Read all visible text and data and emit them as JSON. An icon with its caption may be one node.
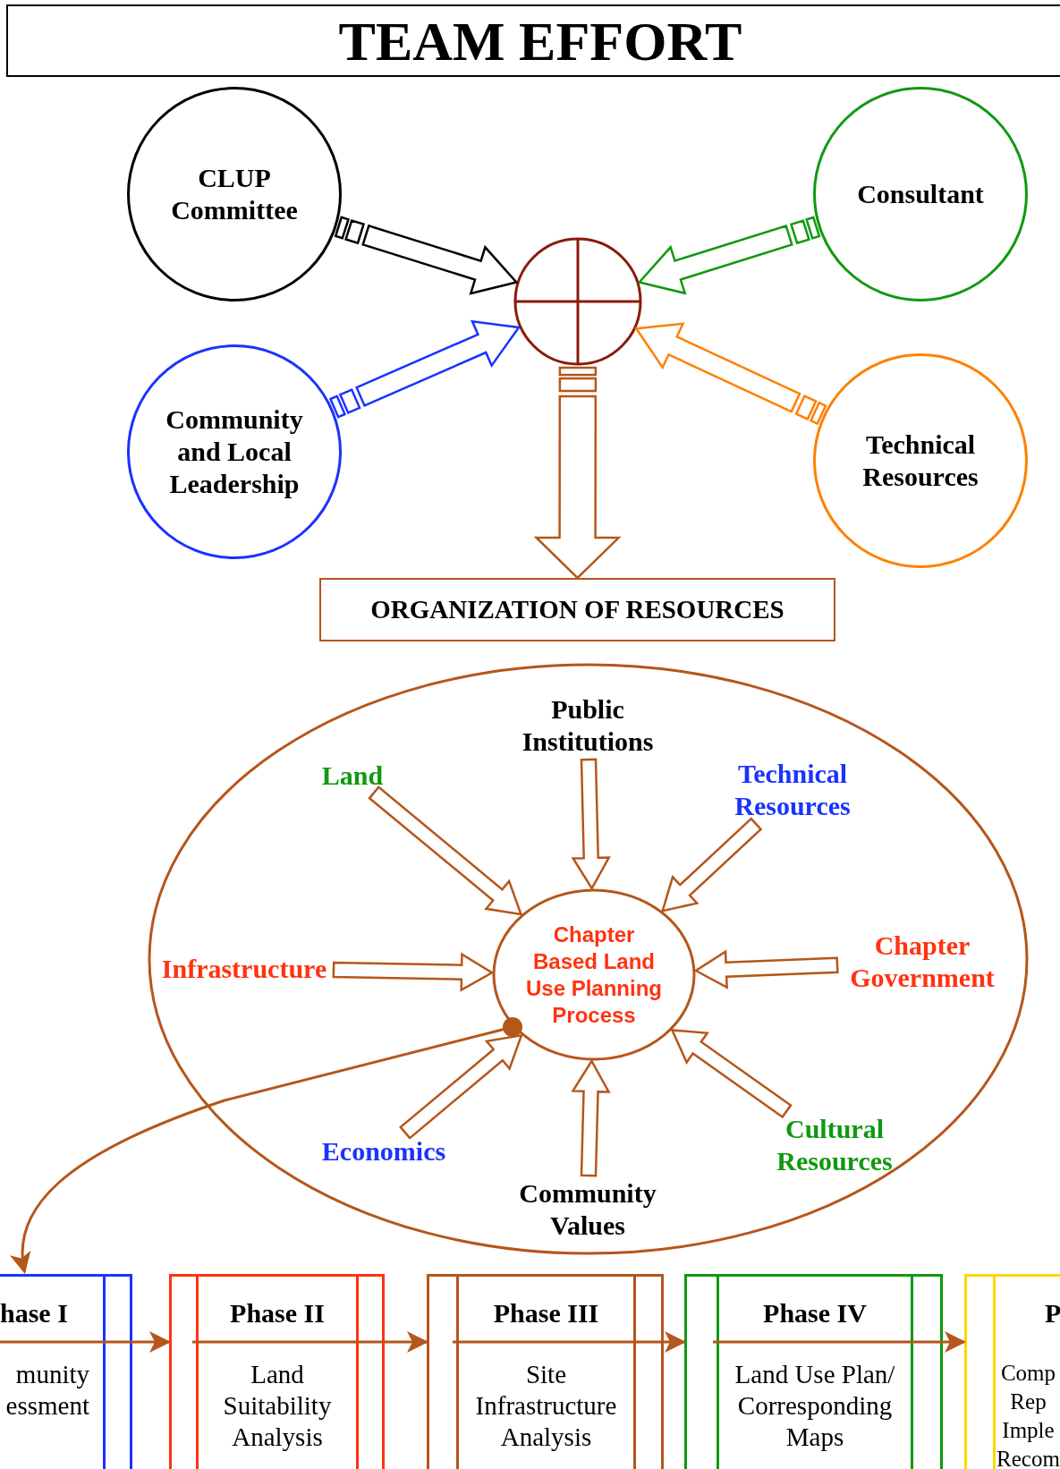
{
  "diagram": {
    "title": "TEAM EFFORT",
    "nodes": [
      {
        "text": [
          "CLUP Committee"
        ]
      },
      {
        "text": [
          "Consultant"
        ]
      },
      {
        "text": [],
        "shape": "circle"
      },
      {
        "text": [
          "Community and Local Leadership"
        ]
      },
      {
        "text": [
          "Technical Resources"
        ]
      },
      {
        "text": [
          "ORGANIZATION OF RESOURCES"
        ]
      },
      {
        "text": [],
        "shape": "ellipse"
      },
      {
        "text": [
          "Public Institutions"
        ],
        "in": 6
      },
      {
        "text": [
          "Land"
        ],
        "in": 6
      },
      {
        "text": [
          "Technical Resources"
        ],
        "in": 6
      },
      {
        "text": [
          "Infrastructure"
        ],
        "in": 6
      },
      {
        "text": [
          "Chapter Based Land Use Planning Process"
        ],
        "in": 6
      },
      {
        "text": [
          "Chapter Government"
        ],
        "in": 6
      },
      {
        "text": [
          "Economics"
        ],
        "in": 6
      },
      {
        "text": [
          "Cultural Resources"
        ],
        "in": 6
      },
      {
        "text": [
          "Community Values"
        ],
        "in": 6
      },
      {
        "text": [
          "hase I",
          "munity essment"
        ]
      },
      {
        "text": [
          "Phase II",
          "Land Suitability Analysis"
        ]
      },
      {
        "text": [
          "Phase III",
          "Site Infrastructure Analysis"
        ]
      },
      {
        "text": [
          "Phase IV",
          "Land Use Plan/ Corresponding Maps"
        ]
      },
      {
        "text": [
          "P",
          "Comp Rep Imple Recom"
        ]
      }
    ],
    "edges": [
      {
        "from": 0,
        "to": 2,
        "arrow": "to",
        "style": "thick",
        "color": "#000000"
      },
      {
        "from": 1,
        "to": 2,
        "arrow": "to",
        "style": "thick",
        "color": "#119911"
      },
      {
        "from": 3,
        "to": 2,
        "arrow": "to",
        "style": "thick",
        "color": "#1a33ff"
      },
      {
        "from": 4,
        "to": 2,
        "arrow": "to",
        "style": "thick",
        "color": "#ff8000"
      },
      {
        "from": 2,
        "to": 5,
        "arrow": "to",
        "style": "thick"
      },
      {
        "from": 8,
        "to": 11,
        "arrow": "to",
        "style": "thick"
      },
      {
        "from": 7,
        "to": 11,
        "arrow": "to",
        "style": "thick"
      },
      {
        "from": 9,
        "to": 11,
        "arrow": "to",
        "style": "thick"
      },
      {
        "from": 10,
        "to": 11,
        "arrow": "to",
        "style": "thick"
      },
      {
        "from": 12,
        "to": 11,
        "arrow": "to",
        "style": "thick"
      },
      {
        "from": 13,
        "to": 11,
        "arrow": "to",
        "style": "thick"
      },
      {
        "from": 15,
        "to": 11,
        "arrow": "to",
        "style": "thick"
      },
      {
        "from": 14,
        "to": 11,
        "arrow": "to",
        "style": "thick"
      },
      {
        "from": 11,
        "to": 16,
        "arrow": "to"
      },
      {
        "from": 16,
        "to": 17,
        "arrow": "to"
      },
      {
        "from": 17,
        "to": 18,
        "arrow": "to"
      },
      {
        "from": 18,
        "to": 19,
        "arrow": "to"
      },
      {
        "from": 19,
        "to": 20,
        "arrow": "to"
      }
    ]
  }
}
